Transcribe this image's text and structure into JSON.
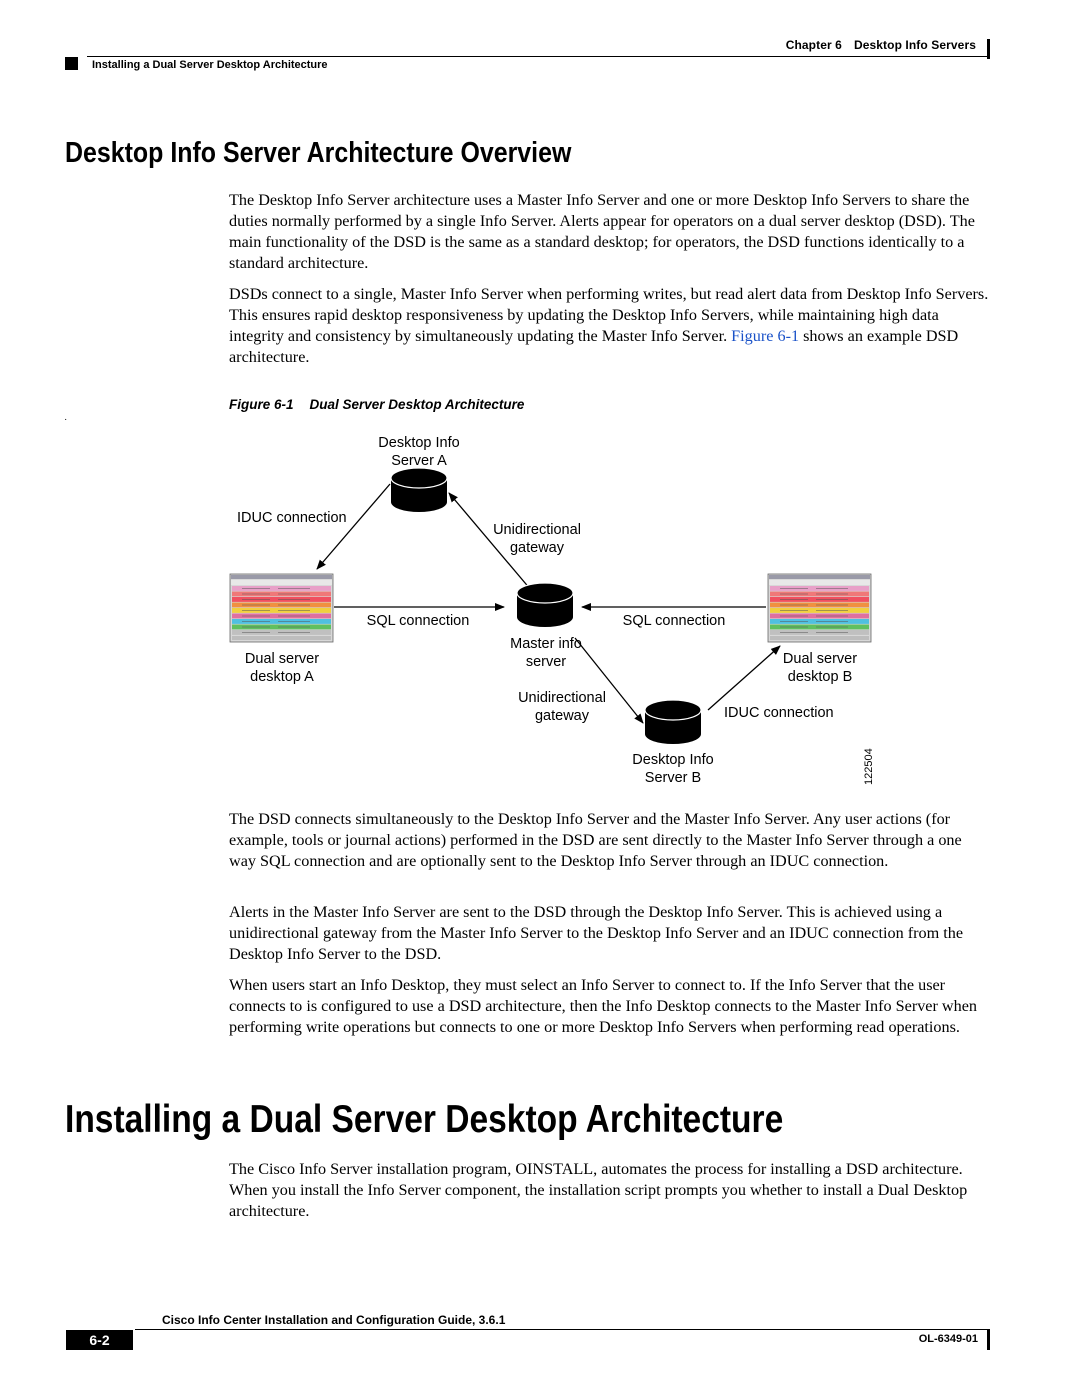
{
  "header": {
    "chapter": "Chapter 6",
    "chapter_title": "Desktop Info Servers",
    "section": "Installing a Dual Server Desktop Architecture"
  },
  "section1": {
    "title": "Desktop Info Server Architecture Overview",
    "p1": "The Desktop Info Server architecture uses a Master Info Server and one or more Desktop Info Servers to share the duties normally performed by a single Info Server. Alerts appear for operators on a dual server desktop (DSD). The main functionality of the DSD is the same as a standard desktop; for operators, the DSD functions identically to a standard architecture.",
    "p2_text": "DSDs connect to a single, Master Info Server when performing writes, but read alert data from Desktop Info Servers. This ensures rapid desktop responsiveness by updating the Desktop Info Servers, while maintaining high data integrity and consistency by simultaneously updating the Master Info Server. ",
    "p2_link": "Figure 6-1",
    "p2_tail": " shows an example DSD architecture."
  },
  "figure": {
    "number": "Figure 6-1",
    "title": "Dual Server Desktop Architecture",
    "stray_mark": "˙",
    "labels": {
      "server_a_line1": "Desktop Info",
      "server_a_line2": "Server A",
      "iduc_a": "IDUC connection",
      "unidir_top_line1": "Unidirectional",
      "unidir_top_line2": "gateway",
      "sql_left": "SQL connection",
      "sql_right": "SQL connection",
      "master_line1": "Master info",
      "master_line2": "server",
      "dsd_a_line1": "Dual server",
      "dsd_a_line2": "desktop A",
      "dsd_b_line1": "Dual server",
      "dsd_b_line2": "desktop B",
      "unidir_bottom_line1": "Unidirectional",
      "unidir_bottom_line2": "gateway",
      "iduc_b": "IDUC connection",
      "server_b_line1": "Desktop Info",
      "server_b_line2": "Server B",
      "art_id": "122504"
    }
  },
  "section1_after": {
    "p3": "The DSD connects simultaneously to the Desktop Info Server and the Master Info Server. Any user actions (for example, tools or journal actions) performed in the DSD are sent directly to the Master Info Server through a one way SQL connection and are optionally sent to the Desktop Info Server through an IDUC connection.",
    "p4": "Alerts in the Master Info Server are sent to the DSD through the Desktop Info Server. This is achieved using a unidirectional gateway from the Master Info Server to the Desktop Info Server and an IDUC connection from the Desktop Info Server to the DSD.",
    "p5": "When users start an Info Desktop, they must select an Info Server to connect to. If the Info Server that the user connects to is configured to use a DSD architecture, then the Info Desktop connects to the Master Info Server when performing write operations but connects to one or more Desktop Info Servers when performing read operations."
  },
  "section2": {
    "title": "Installing a Dual Server Desktop Architecture",
    "p1": "The Cisco Info Server installation program, OINSTALL, automates the process for installing a DSD architecture. When you install the Info Server component, the installation script prompts you whether to install a Dual Desktop architecture."
  },
  "footer": {
    "book_title": "Cisco Info Center Installation and Configuration Guide, 3.6.1",
    "page_number": "6-2",
    "doc_number": "OL-6349-01"
  },
  "colors": {
    "link": "#1a52c8",
    "screen_rows": [
      "#e8a0c8",
      "#f07878",
      "#f05060",
      "#f09040",
      "#f0d040",
      "#e070a0",
      "#50c0e0",
      "#60c060",
      "#c0c0c0"
    ]
  }
}
